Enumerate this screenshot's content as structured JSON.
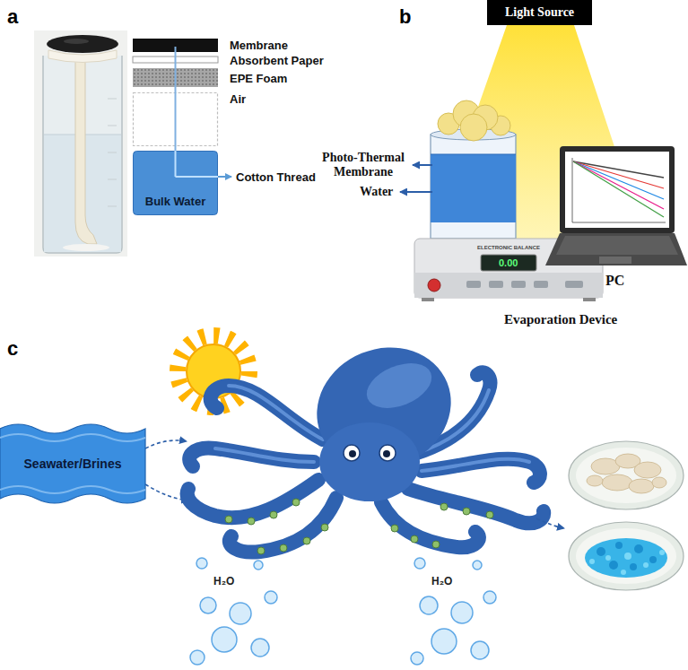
{
  "diagram": {
    "nodes": [
      {
        "text": [
          "Bulk Water"
        ]
      },
      {
        "text": [
          "Light Source"
        ]
      },
      {
        "text": [
          "Seawater/Brines"
        ]
      }
    ],
    "labels": [
      "a",
      "Membrane",
      "Absorbent Paper",
      "EPE Foam",
      "Air",
      "Cotton Thread",
      "b",
      "Photo-Thermal Membrane",
      "Water",
      "ELECTRONIC BALANCE",
      "0.00",
      "PC",
      "Evaporation Device",
      "c",
      "H₂O",
      "H₂O"
    ]
  }
}
